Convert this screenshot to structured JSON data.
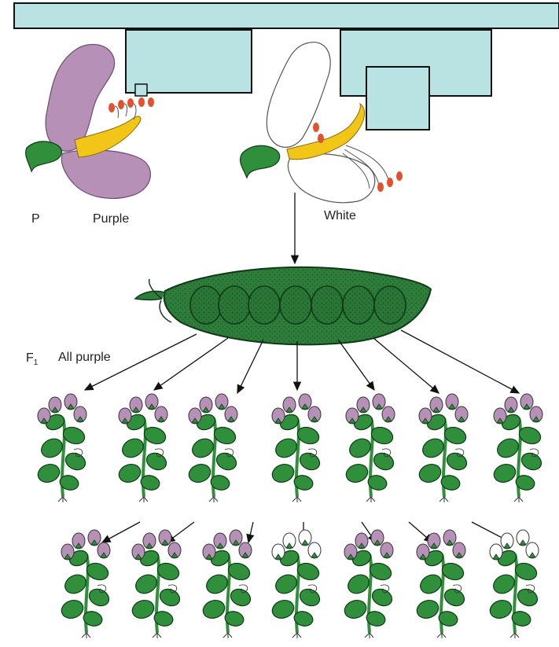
{
  "labels": {
    "p_generation": "P",
    "parent_purple": "Purple",
    "parent_white": "White",
    "f1_generation_sub": "1",
    "f1_generation": "F",
    "f1_result": "All purple"
  },
  "colors": {
    "purple_petal": "#b690b7",
    "white_petal": "#ffffff",
    "leaf_green": "#2f8f3a",
    "pod_green": "#2e7d3a",
    "keel_yellow": "#f2c618",
    "anther_red": "#e0532c",
    "redaction_box": "#b9e2e3"
  },
  "f1_plants": [
    {
      "flower": "purple"
    },
    {
      "flower": "purple"
    },
    {
      "flower": "purple"
    },
    {
      "flower": "purple"
    },
    {
      "flower": "purple"
    },
    {
      "flower": "purple"
    },
    {
      "flower": "purple"
    }
  ],
  "f2_plants": [
    {
      "flower": "purple"
    },
    {
      "flower": "purple"
    },
    {
      "flower": "purple"
    },
    {
      "flower": "white"
    },
    {
      "flower": "purple"
    },
    {
      "flower": "purple"
    },
    {
      "flower": "white"
    }
  ]
}
